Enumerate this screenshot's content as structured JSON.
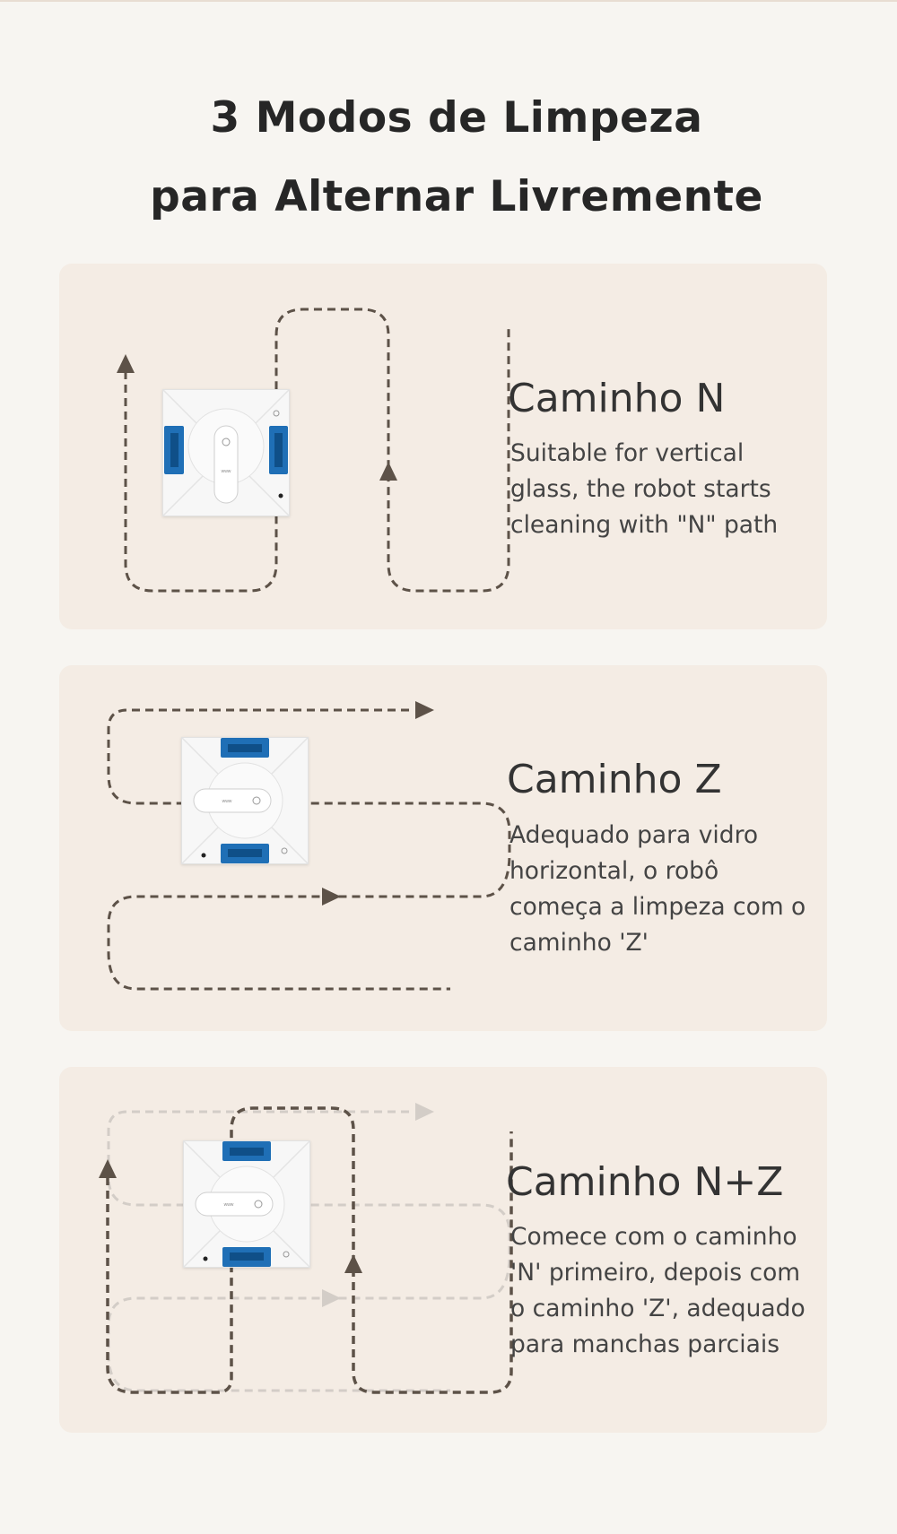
{
  "header": {
    "title_line1": "3 Modos de Limpeza",
    "title_line2": "para Alternar Livremente"
  },
  "modes": [
    {
      "title": "Caminho N",
      "description": "Suitable for vertical glass, the robot starts cleaning with \"N\" path"
    },
    {
      "title": "Caminho Z",
      "description": "Adequado para vidro horizontal, o robô começa a limpeza com o caminho 'Z'"
    },
    {
      "title": "Caminho N+Z",
      "description": "Comece com o caminho 'N' primeiro, depois com o caminho 'Z', adequado para manchas parciais"
    }
  ],
  "colors": {
    "page_background": "#f7f5f1",
    "card_background": "#f4ece4",
    "path_dark": "#5d5248",
    "path_light": "#d3cdc7",
    "pad_blue": "#1f6fb6"
  }
}
